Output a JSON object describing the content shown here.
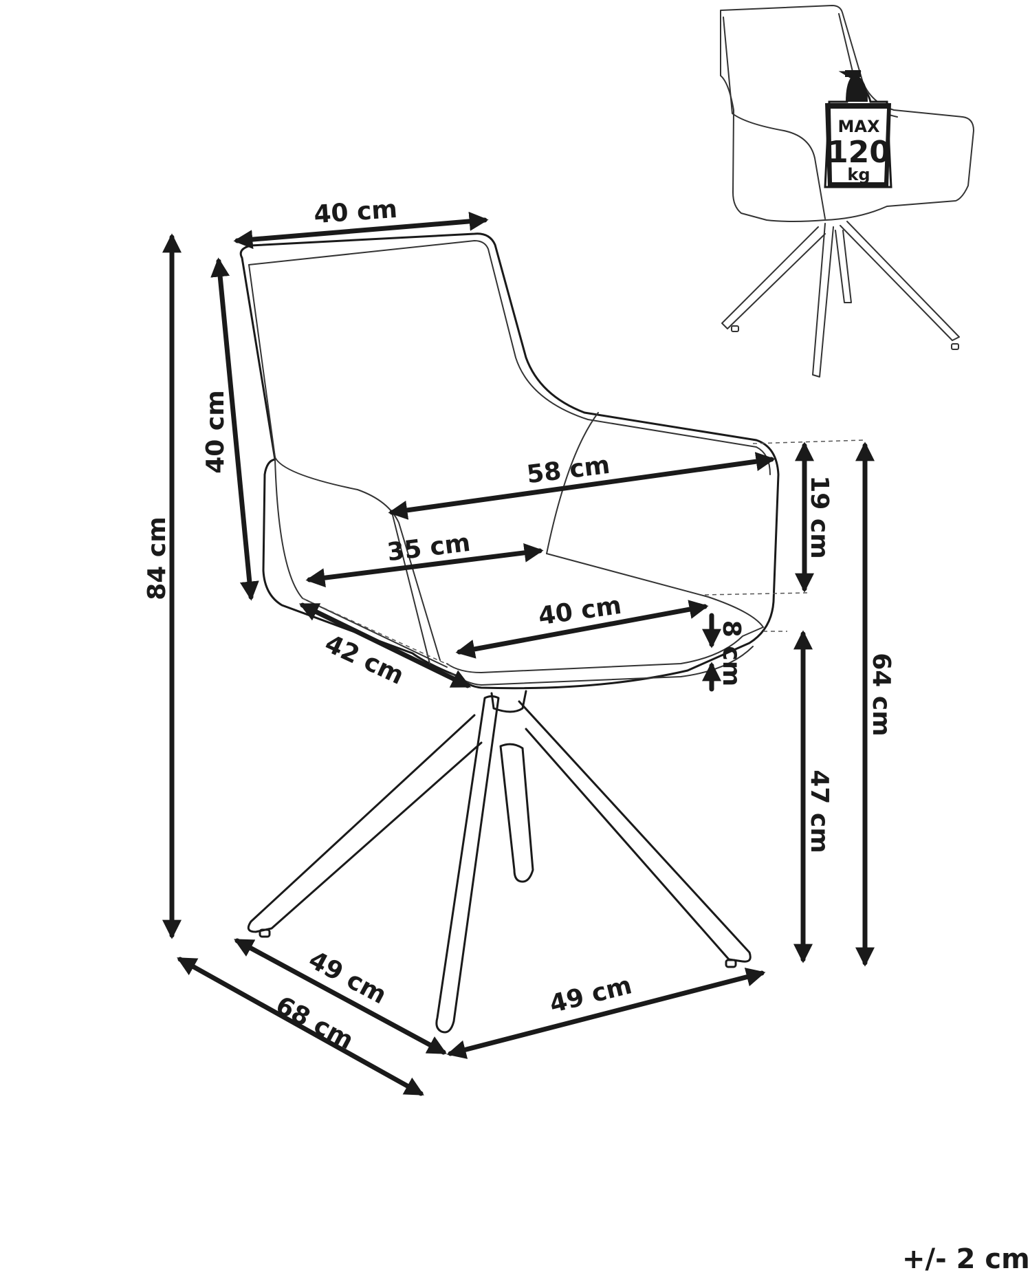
{
  "dimensions": {
    "backrest_width": "40 cm",
    "backrest_height": "40 cm",
    "total_height": "84 cm",
    "armrest_width": "58 cm",
    "inner_seat_depth": "35 cm",
    "seat_width": "40 cm",
    "seat_depth": "42 cm",
    "armrest_above_seat": "19 cm",
    "seat_thickness": "8 cm",
    "armrest_height": "64 cm",
    "seat_height": "47 cm",
    "base_depth": "49 cm",
    "base_width": "49 cm",
    "total_depth": "68 cm"
  },
  "badge": {
    "max_label": "MAX",
    "weight_value": "120",
    "unit": "kg"
  },
  "tolerance": "+/- 2 cm",
  "colors": {
    "ink": "#1a1a1a",
    "background": "#ffffff"
  }
}
